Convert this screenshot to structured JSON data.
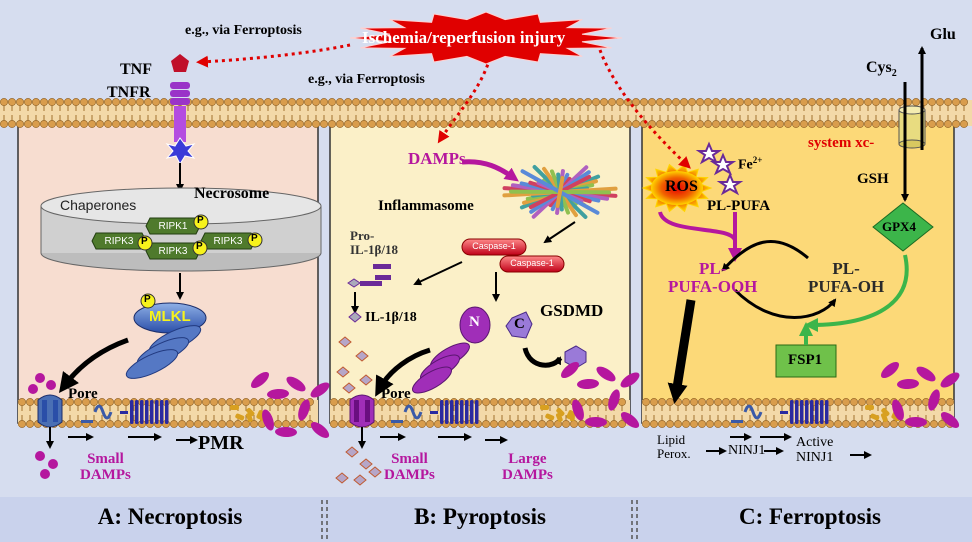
{
  "top": {
    "injury_label": "Ischemia/reperfusion injury",
    "via_ferroptosis_1": "e.g., via Ferroptosis",
    "via_ferroptosis_2": "e.g., via Ferroptosis",
    "tnf": "TNF",
    "tnfr": "TNFR"
  },
  "panel_a": {
    "title": "A: Necroptosis",
    "necrosome": "Necrosome",
    "chaperones": "Chaperones",
    "ripk1": "RIPK1",
    "ripk3_left": "RIPK3",
    "ripk3_mid": "RIPK3",
    "ripk3_right": "RIPK3",
    "mlkl": "MLKL",
    "p": "P",
    "pore": "Pore",
    "small_damps": "Small\nDAMPs",
    "pmr": "PMR"
  },
  "panel_b": {
    "title": "B: Pyroptosis",
    "damps": "DAMPs",
    "inflammasome": "Inflammasome",
    "caspase1_a": "Caspase-1",
    "caspase1_b": "Caspase-1",
    "pro_il": "Pro-\nIL-1β/18",
    "il": "IL-1β/18",
    "gsdmd": "GSDMD",
    "n": "N",
    "c": "C",
    "pore": "Pore",
    "small_damps": "Small\nDAMPs",
    "large_damps": "Large\nDAMPs"
  },
  "panel_c": {
    "title": "C: Ferroptosis",
    "cys2": "Cys",
    "cys2_sub": "2",
    "glu": "Glu",
    "system_xc": "system xc-",
    "ros": "ROS",
    "fe": "Fe",
    "fe_sup": "2+",
    "pl_pufa": "PL-PUFA",
    "gsh": "GSH",
    "gpx4": "GPX4",
    "pl_pufa_ooh": "PL-\nPUFA-OOH",
    "pl_pufa_oh": "PL-\nPUFA-OH",
    "fsp1": "FSP1",
    "lipid_perox": "Lipid\nPerox.",
    "ninj1": "NINJ1",
    "active_ninj1": "Active\nNINJ1"
  },
  "colors": {
    "bg_blue": "#d6ddef",
    "necro_fill": "#f7ddd0",
    "pyro_fill": "#fbf0c8",
    "ferro_fill": "#fcd978",
    "membrane_head": "#d9a35a",
    "purple": "#b5179e",
    "red_arrow": "#e00000",
    "green": "#3cb54a"
  }
}
